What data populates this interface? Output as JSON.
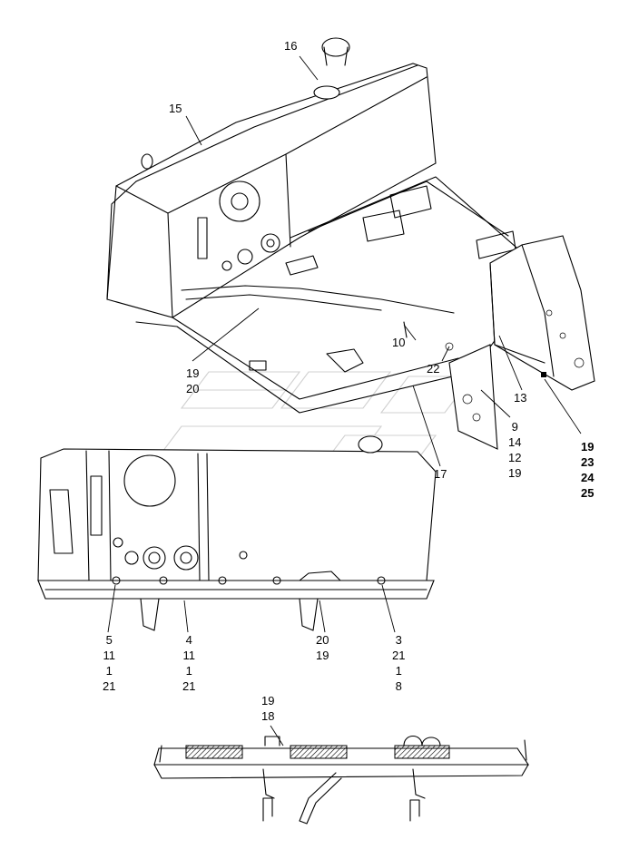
{
  "callouts": {
    "c16": [
      "16"
    ],
    "c15": [
      "15"
    ],
    "c10": [
      "10"
    ],
    "c22": [
      "22"
    ],
    "c13": [
      "13"
    ],
    "c19_20": [
      "19",
      "20"
    ],
    "c9_group": [
      "9",
      "14",
      "12",
      "19"
    ],
    "c19_group_bold": [
      "19",
      "23",
      "24",
      "25"
    ],
    "c17": [
      "17"
    ],
    "c5_group": [
      "5",
      "11",
      "1",
      "21"
    ],
    "c4_group": [
      "4",
      "11",
      "1",
      "21"
    ],
    "c20_19": [
      "20",
      "19"
    ],
    "c3_group": [
      "3",
      "21",
      "1",
      "8"
    ],
    "c19_18": [
      "19",
      "18"
    ]
  }
}
